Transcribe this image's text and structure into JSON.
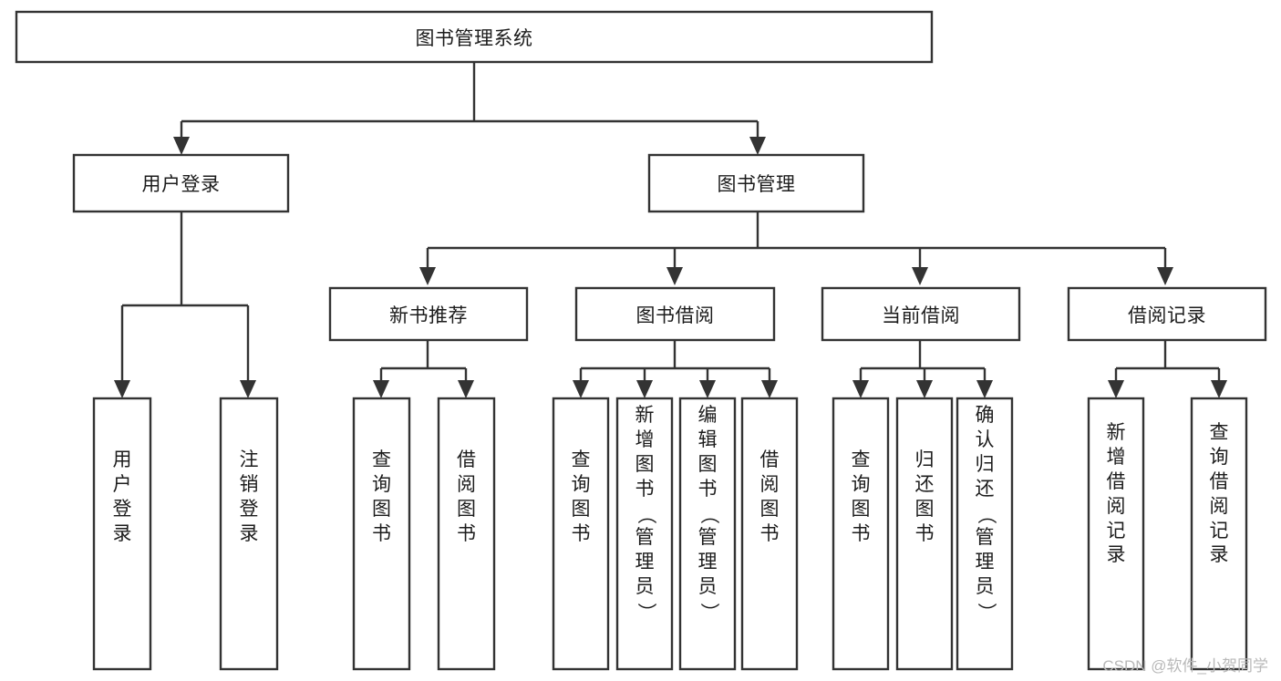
{
  "diagram": {
    "type": "tree-hierarchy",
    "title": "图书管理系统",
    "watermark": "CSDN @软件_小贺同学",
    "colors": {
      "box_stroke": "#333333",
      "box_fill": "#ffffff",
      "text": "#1c1c1c",
      "connector": "#333333",
      "watermark": "#b9b9b9",
      "background": "#ffffff"
    },
    "root": {
      "label": "图书管理系统",
      "orientation": "horizontal"
    },
    "level2": [
      {
        "label": "用户登录",
        "orientation": "horizontal"
      },
      {
        "label": "图书管理",
        "orientation": "horizontal"
      }
    ],
    "level3": [
      {
        "label": "新书推荐",
        "orientation": "horizontal"
      },
      {
        "label": "图书借阅",
        "orientation": "horizontal"
      },
      {
        "label": "当前借阅",
        "orientation": "horizontal"
      },
      {
        "label": "借阅记录",
        "orientation": "horizontal"
      }
    ],
    "leaves": [
      {
        "label": "用户登录",
        "orientation": "vertical",
        "parent": "用户登录"
      },
      {
        "label": "注销登录",
        "orientation": "vertical",
        "parent": "用户登录"
      },
      {
        "label": "查询图书",
        "orientation": "vertical",
        "parent": "新书推荐"
      },
      {
        "label": "借阅图书",
        "orientation": "vertical",
        "parent": "新书推荐"
      },
      {
        "label": "查询图书",
        "orientation": "vertical",
        "parent": "图书借阅"
      },
      {
        "label": "新增图书（管理员）",
        "orientation": "vertical",
        "parent": "图书借阅"
      },
      {
        "label": "编辑图书（管理员）",
        "orientation": "vertical",
        "parent": "图书借阅"
      },
      {
        "label": "借阅图书",
        "orientation": "vertical",
        "parent": "图书借阅"
      },
      {
        "label": "查询图书",
        "orientation": "vertical",
        "parent": "当前借阅"
      },
      {
        "label": "归还图书",
        "orientation": "vertical",
        "parent": "当前借阅"
      },
      {
        "label": "确认归还（管理员）",
        "orientation": "vertical",
        "parent": "当前借阅"
      },
      {
        "label": "新增借阅记录",
        "orientation": "vertical",
        "parent": "借阅记录"
      },
      {
        "label": "查询借阅记录",
        "orientation": "vertical",
        "parent": "借阅记录"
      }
    ]
  }
}
